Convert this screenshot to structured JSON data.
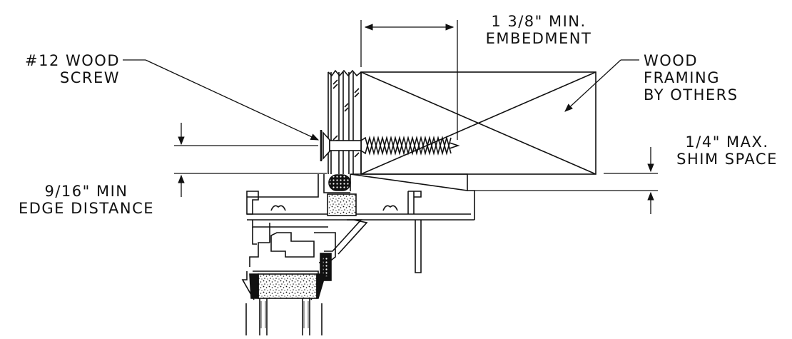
{
  "colors": {
    "ink": "#111111",
    "paper": "#ffffff",
    "fill_gray": "#cfcfcf"
  },
  "callouts": {
    "embedment": {
      "line1": "1 3/8\" MIN.",
      "line2": "EMBEDMENT"
    },
    "screw": {
      "line1": "#12 WOOD",
      "line2": "SCREW"
    },
    "framing": {
      "line1": "WOOD",
      "line2": "FRAMING",
      "line3": "BY OTHERS"
    },
    "shim": {
      "line1": "1/4\" MAX.",
      "line2": "SHIM SPACE"
    },
    "edge": {
      "line1": "9/16\" MIN",
      "line2": "EDGE DISTANCE"
    }
  }
}
